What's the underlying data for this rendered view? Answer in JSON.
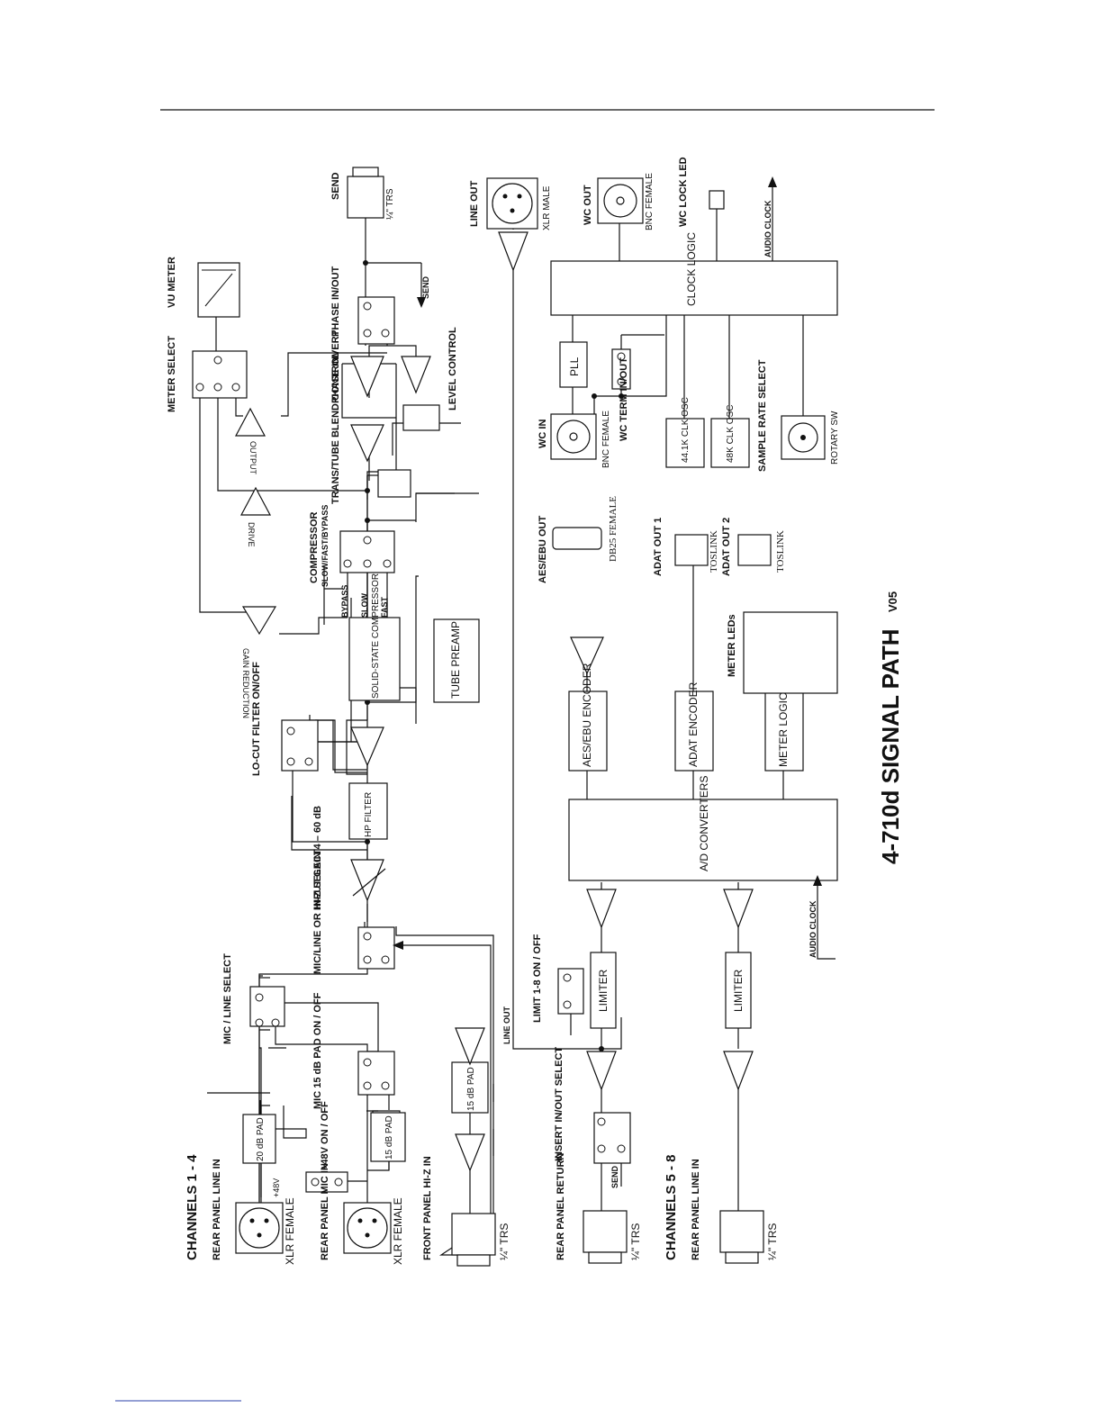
{
  "title": "4-710d SIGNAL PATH",
  "version": "V05",
  "sections": {
    "ch14": "CHANNELS 1 - 4",
    "ch58": "CHANNELS 5 - 8"
  },
  "labels": {
    "rear_line_in": "REAR PANEL LINE IN",
    "rear_mic_in": "REAR PANEL MIC IN",
    "front_hiz_in": "FRONT PANEL HI-Z IN",
    "rear_return": "REAR PANEL RETURN",
    "rear_line_in_58": "REAR PANEL LINE IN",
    "xlr_female_1": "XLR FEMALE",
    "xlr_female_2": "XLR FEMALE",
    "trs_hiz": "¼\" TRS",
    "trs_return": "¼\" TRS",
    "trs_line58": "¼\" TRS",
    "plus48v": "+48V ON / OFF",
    "plus48v_small": "+48V",
    "pad20": "20 dB PAD",
    "pad15_mic": "15 dB PAD",
    "pad15_hiz": "15 dB PAD",
    "mic_line_select": "MIC / LINE SELECT",
    "mic_pad": "MIC 15 dB PAD ON / OFF",
    "mic_line_hiz": "MIC/LINE OR HI-Z SELECT",
    "input_gain": "INPUT GAIN 4 – 60 dB",
    "hp_filter": "HP FILTER",
    "lo_cut": "LO-CUT FILTER ON/OFF",
    "ss_comp": "SOLID-STATE COMPRESSOR",
    "tube_preamp": "TUBE PREAMP",
    "bypass": "BYPASS",
    "slow": "SLOW",
    "fast": "FAST",
    "comp_select": "COMPRESSOR",
    "comp_modes": "SLOW/FAST/BYPASS",
    "blend": "TRANS/TUBE BLEND CONTROL",
    "level": "LEVEL CONTROL",
    "phase_invert": "PHASE INVERT",
    "phase_inout": "PHASE IN/OUT",
    "send": "SEND",
    "send_trs": "¼\" TRS",
    "send_arrow": "SEND",
    "meter_select": "METER SELECT",
    "vu_meter": "VU METER",
    "gain_reduction": "GAIN REDUCTION",
    "drive": "DRIVE",
    "output": "OUTPUT",
    "line_out": "LINE OUT",
    "xlr_male": "XLR MALE",
    "line_out_wire": "LINE OUT",
    "insert": "INSERT IN/OUT SELECT",
    "send_insert": "SEND",
    "limit": "LIMIT 1-8 ON / OFF",
    "limiter1": "LIMITER",
    "limiter2": "LIMITER",
    "adc": "A/D CONVERTERS",
    "audio_clock_in": "AUDIO CLOCK",
    "aes_encoder": "AES/EBU ENCODER",
    "adat_encoder": "ADAT ENCODER",
    "meter_logic": "METER LOGIC",
    "aes_out": "AES/EBU OUT",
    "db25": "DB25 FEMALE",
    "adat1": "ADAT OUT 1",
    "adat2": "ADAT OUT 2",
    "toslink1": "TOSLINK",
    "toslink2": "TOSLINK",
    "meter_leds": "METER LEDs",
    "wc_in": "WC IN",
    "bnc_female_in": "BNC FEMALE",
    "wc_term": "WC TERM IN/OUT",
    "pll": "PLL",
    "osc441": "44.1K CLK OSC",
    "osc48": "48K CLK OSC",
    "sample_rate": "SAMPLE RATE SELECT",
    "rotary": "ROTARY SW",
    "clock_logic": "CLOCK LOGIC",
    "wc_out": "WC OUT",
    "bnc_female_out": "BNC FEMALE",
    "wc_lock": "WC LOCK LED",
    "audio_clock_out": "AUDIO CLOCK"
  }
}
